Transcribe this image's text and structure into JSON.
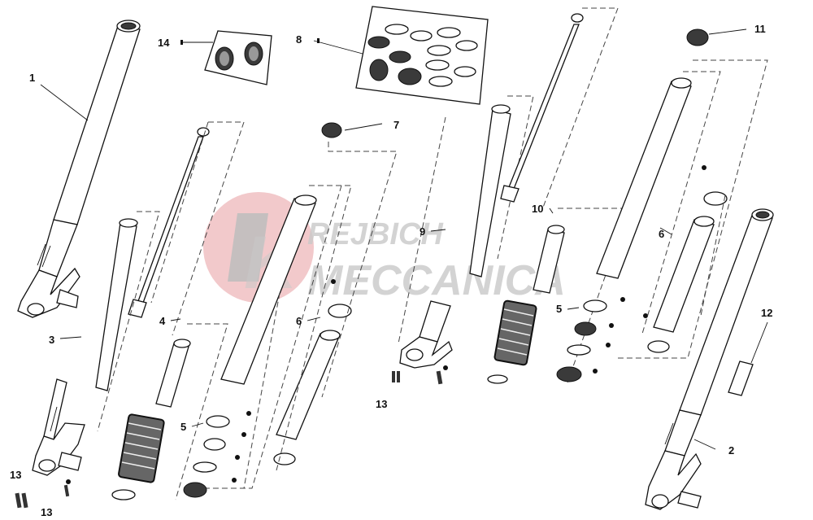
{
  "watermark": {
    "line1": "REJBICH",
    "line2": "MECCANICA",
    "logo_letter": "K",
    "colors": {
      "circle": "#f2c9cb",
      "text": "#c9c9c9"
    }
  },
  "callouts": {
    "c1": "1",
    "c2": "2",
    "c3": "3",
    "c4": "4",
    "c5a": "5",
    "c5b": "5",
    "c6a": "6",
    "c6b": "6",
    "c7": "7",
    "c8": "8",
    "c9": "9",
    "c10": "10",
    "c11": "11",
    "c12": "12",
    "c13a": "13",
    "c13b": "13",
    "c13c": "13",
    "c14": "14"
  }
}
